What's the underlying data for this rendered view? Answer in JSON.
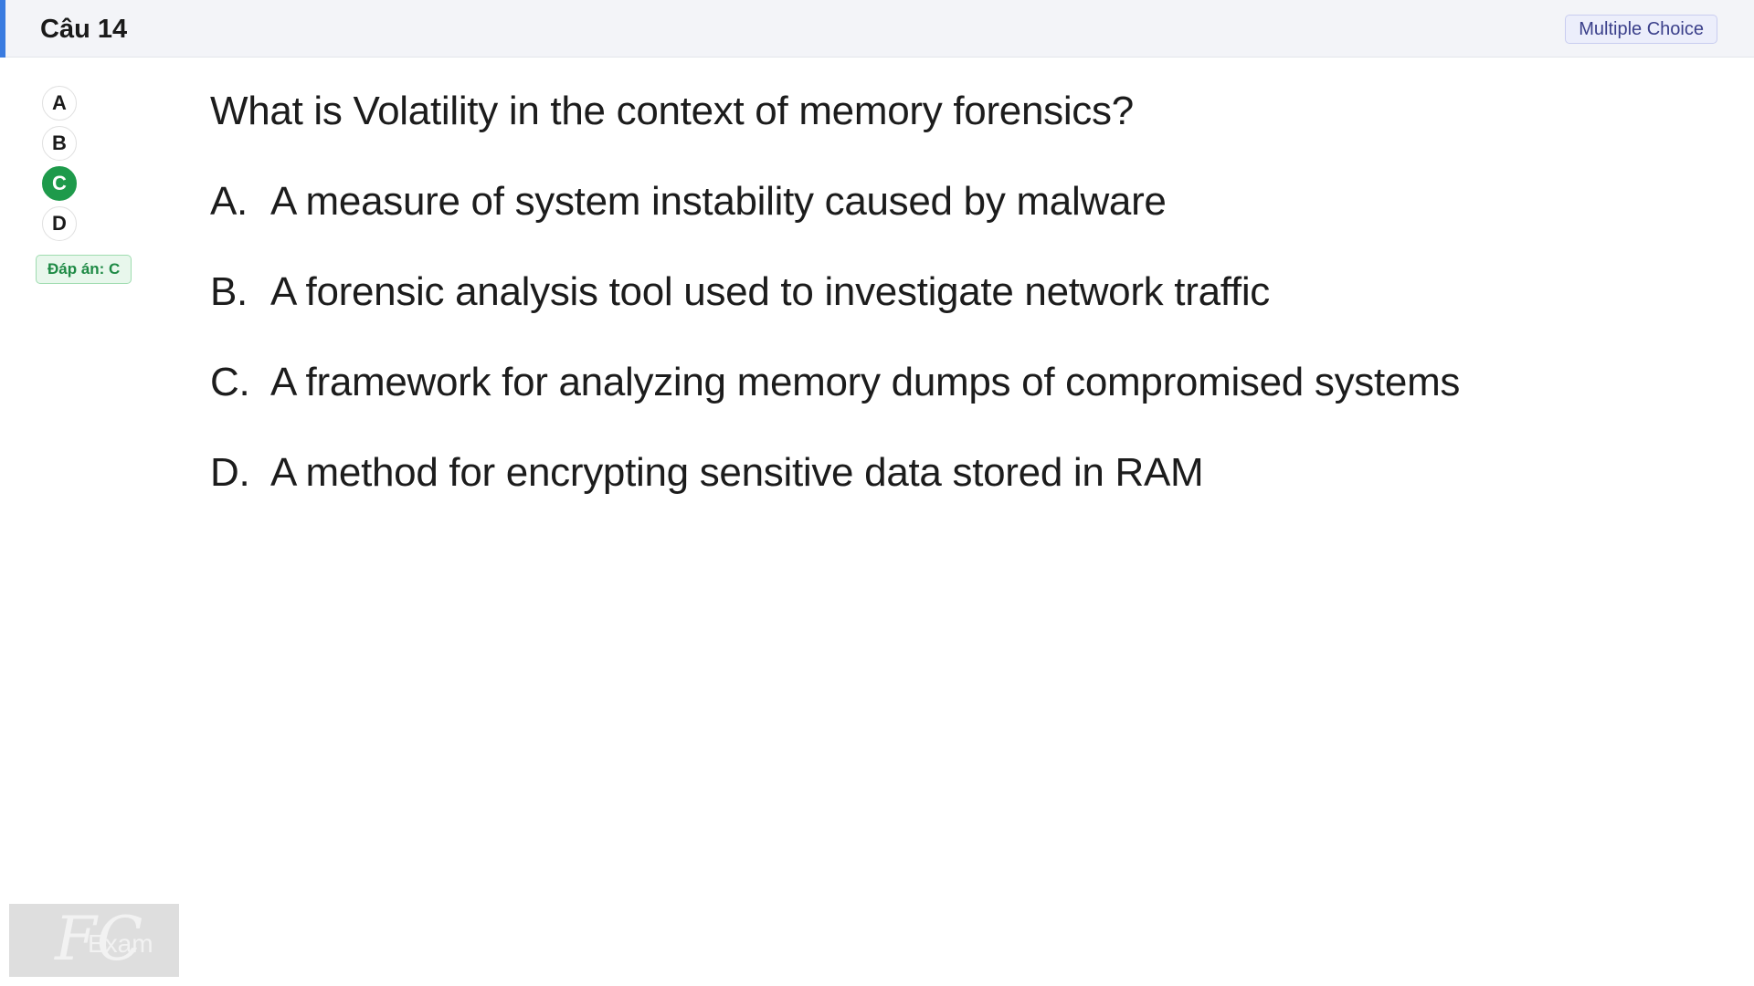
{
  "header": {
    "title": "Câu 14",
    "type_badge": "Multiple Choice"
  },
  "choices": {
    "items": [
      "A",
      "B",
      "C",
      "D"
    ],
    "selected": "C"
  },
  "answer_badge": "Đáp án: C",
  "question": {
    "text": "What is Volatility in the context of memory forensics?",
    "options": [
      {
        "letter": "A.",
        "text": "A measure of system instability caused by malware"
      },
      {
        "letter": "B.",
        "text": "A forensic analysis tool used to investigate network traffic"
      },
      {
        "letter": "C.",
        "text": "A framework for analyzing memory dumps of compromised systems"
      },
      {
        "letter": "D.",
        "text": "A method for encrypting sensitive data stored in RAM"
      }
    ]
  },
  "watermark": {
    "mark": "FC",
    "text": "Exam"
  },
  "colors": {
    "accent": "#3a7be0",
    "selected": "#1e9a4b"
  }
}
